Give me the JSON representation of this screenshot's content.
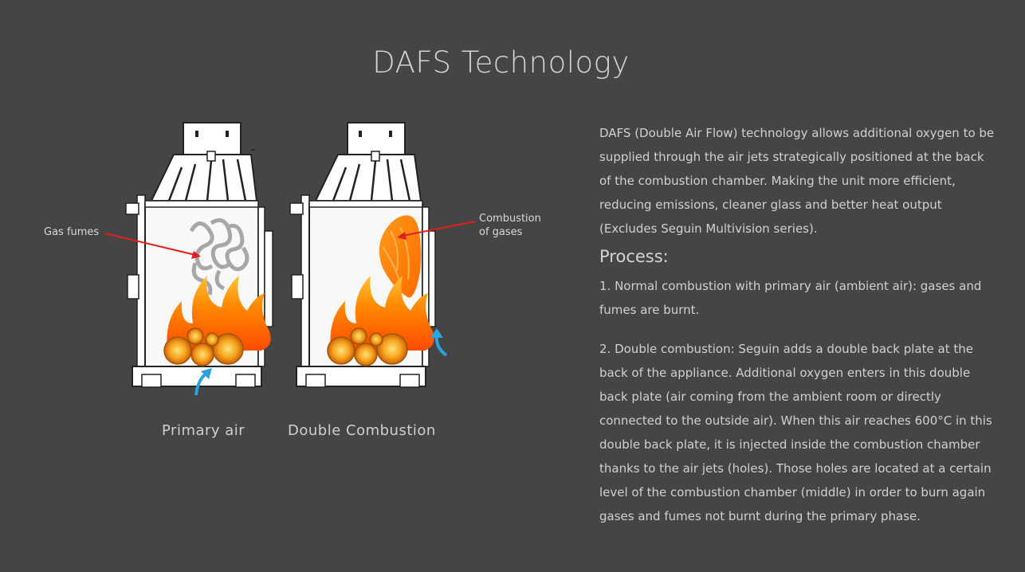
{
  "header": {
    "title": "DAFS Technology"
  },
  "illustration": {
    "annotation_gas": "Gas fumes",
    "annotation_combustion_line1": "Combustion",
    "annotation_combustion_line2": "of gases",
    "caption_primary": "Primary air",
    "caption_double": "Double Combustion",
    "colors": {
      "flame": "#ff8a00",
      "arrow_red": "#e0201c",
      "arrow_blue": "#2ba3e0"
    }
  },
  "content": {
    "intro": "DAFS (Double Air Flow) technology allows additional oxygen to be supplied through the air jets strategically positioned at the back of the combustion chamber. Making the unit more efficient, reducing emissions, cleaner glass and better heat output (Excludes Seguin Multivision series).",
    "process_title": "Process:",
    "steps": [
      "1. Normal combustion with primary air (ambient air): gases and fumes are burnt.",
      "2. Double combustion: Seguin adds a double back plate at the back of the appliance. Additional oxygen enters in this double back plate (air coming from the ambient room or directly connected to the outside air). When this air reaches 600°C in this double back plate, it is injected inside the combustion chamber thanks to the air jets (holes). Those holes are located at a certain level of the combustion chamber (middle) in order to burn again gases and fumes not burnt during the primary phase."
    ]
  }
}
